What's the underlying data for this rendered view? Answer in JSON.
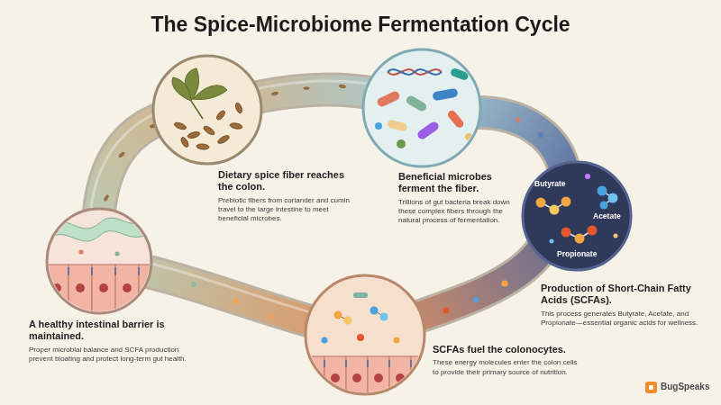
{
  "diagram": {
    "title": "The Spice-Microbiome Fermentation Cycle",
    "nodes": [
      {
        "text": [
          "Dietary spice fiber reaches the colon.",
          "Prebiotic fibers from coriander and cumin travel to the large intestine to meet beneficial microbes."
        ]
      },
      {
        "text": [
          "Beneficial microbes ferment the fiber.",
          "Trillions of gut bacteria break down these complex fibers through the natural process of fermentation."
        ]
      },
      {
        "text": [
          "Production of Short-Chain Fatty Acids (SCFAs).",
          "This process generates Butyrate, Acetate, and Propionate—essential organic acids for wellness."
        ]
      },
      {
        "text": [
          "SCFAs fuel the colonocytes.",
          "These energy molecules enter the colon cells to provide their primary source of nutrition."
        ]
      },
      {
        "text": [
          "A healthy intestinal barrier is maintained.",
          "Proper microbial balance and SCFA production prevent bloating and protect long-term gut health."
        ]
      }
    ],
    "labels": [
      "Butyrate",
      "Acetate",
      "Propionate",
      "BugSpeaks"
    ]
  }
}
